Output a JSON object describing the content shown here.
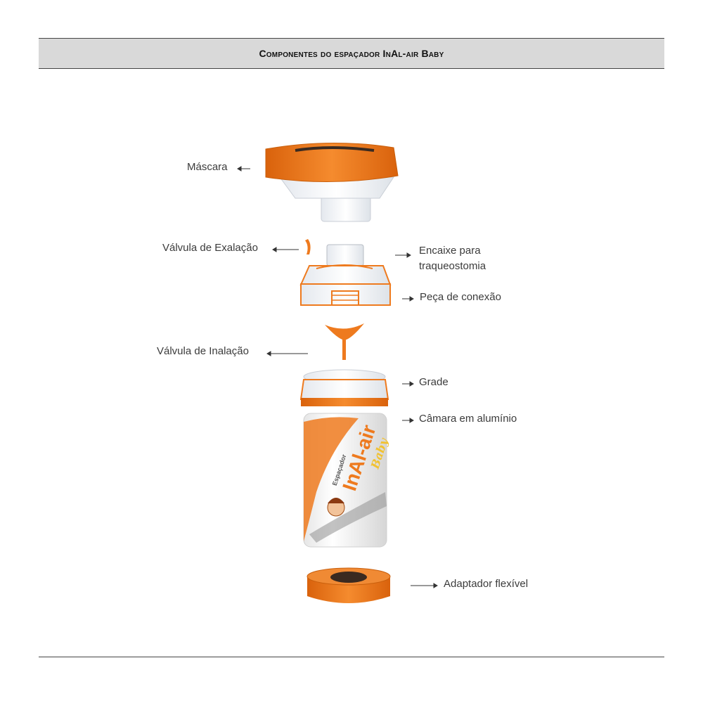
{
  "header": {
    "title": "Componentes do espaçador InAl-air Baby"
  },
  "labels": {
    "mascara": "Máscara",
    "valvula_exalacao": "Válvula de Exalação",
    "encaixe_line1": "Encaixe para",
    "encaixe_line2": "traqueostomia",
    "peca_conexao": "Peça de conexão",
    "valvula_inalacao": "Válvula de Inalação",
    "grade": "Grade",
    "camara": "Câmara em alumínio",
    "adaptador": "Adaptador flexível"
  },
  "product_branding": {
    "brand": "InAl-air",
    "sub": "Baby",
    "tag": "Espaçador"
  },
  "colors": {
    "orange": "#ee7a1e",
    "orange_dark": "#c95f0c",
    "bar_bg": "#d9d9d9",
    "text": "#3b3b3b"
  }
}
